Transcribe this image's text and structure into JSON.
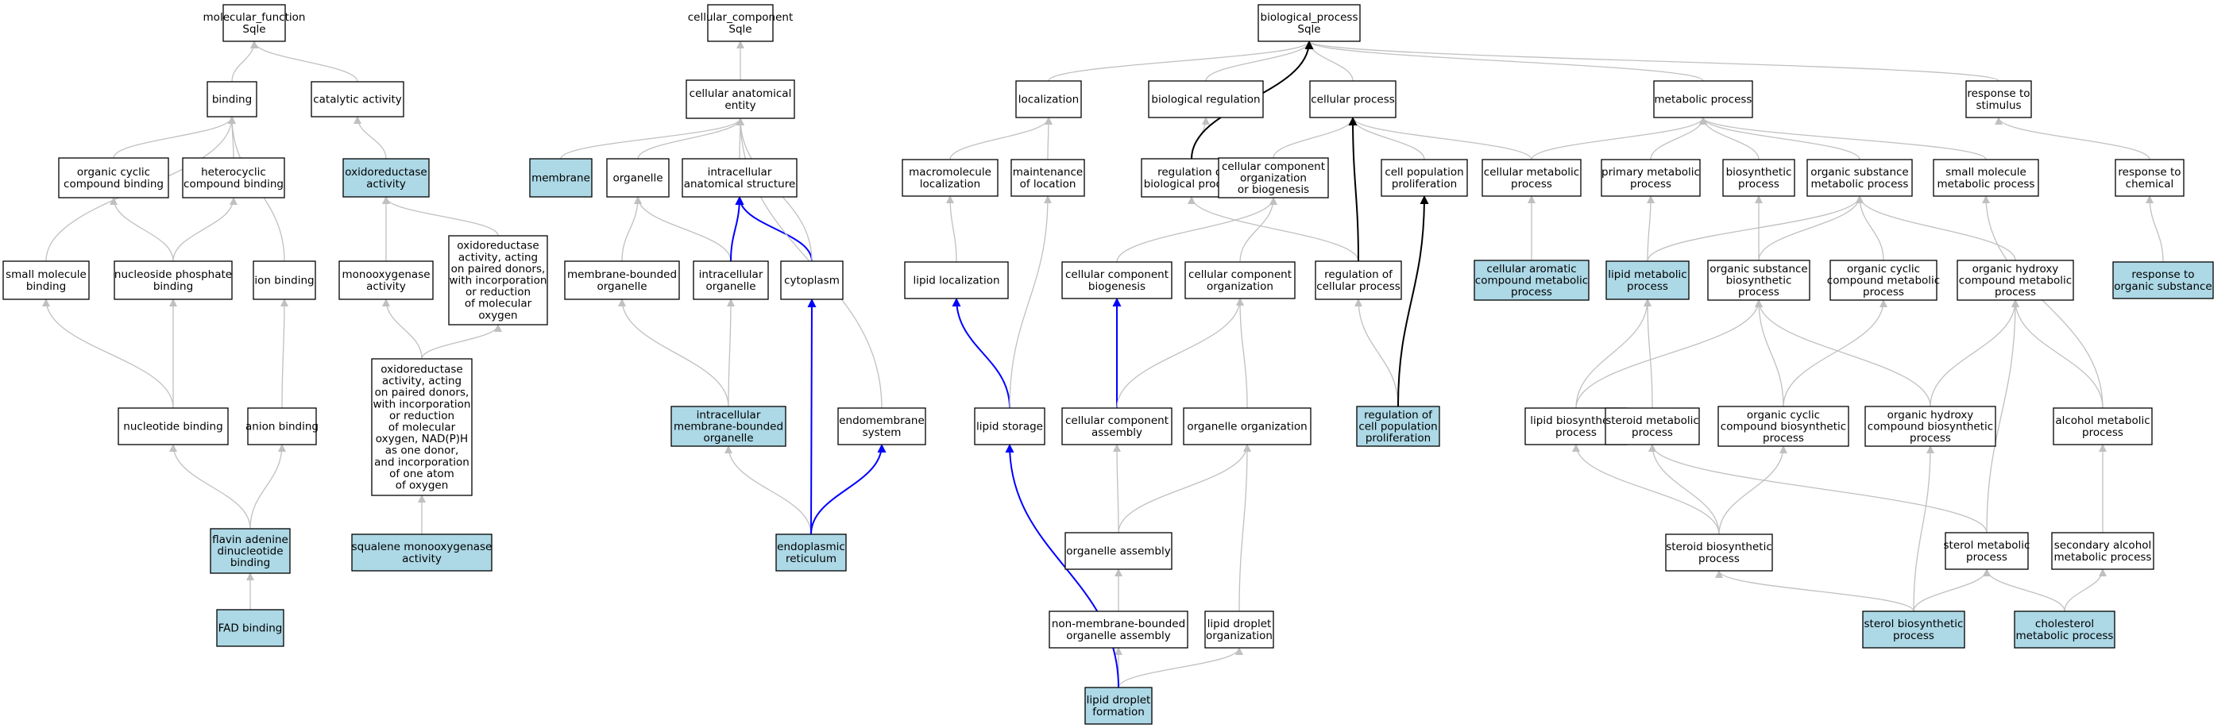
{
  "colors": {
    "node_fill": "#ffffff",
    "highlight_fill": "#add8e6",
    "node_border": "#000000",
    "edge_default": "#c0c0c0",
    "edge_black": "#000000",
    "edge_blue": "#0000ff"
  },
  "nodes": {
    "mf_root": {
      "label": "molecular_function\nSqle",
      "hl": false
    },
    "cc_root": {
      "label": "cellular_component\nSqle",
      "hl": false
    },
    "bp_root": {
      "label": "biological_process\nSqle",
      "hl": false
    },
    "binding": {
      "label": "binding",
      "hl": false
    },
    "catalytic_activity": {
      "label": "catalytic activity",
      "hl": false
    },
    "organic_cyclic_compound_binding": {
      "label": "organic cyclic\ncompound binding",
      "hl": false
    },
    "heterocyclic_compound_binding": {
      "label": "heterocyclic\ncompound binding",
      "hl": false
    },
    "oxidoreductase_activity": {
      "label": "oxidoreductase\nactivity",
      "hl": true
    },
    "small_molecule_binding": {
      "label": "small molecule\nbinding",
      "hl": false
    },
    "nucleoside_phosphate_binding": {
      "label": "nucleoside phosphate\nbinding",
      "hl": false
    },
    "ion_binding": {
      "label": "ion binding",
      "hl": false
    },
    "monooxygenase_activity": {
      "label": "monooxygenase\nactivity",
      "hl": false
    },
    "oxidoreductase_paired_donors": {
      "label": "oxidoreductase\nactivity, acting\non paired donors,\nwith incorporation\nor reduction\nof molecular\noxygen",
      "hl": false
    },
    "oxidoreductase_nadph": {
      "label": "oxidoreductase\nactivity, acting\non paired donors,\nwith incorporation\nor reduction\nof molecular\noxygen, NAD(P)H\nas one donor,\nand incorporation\nof one atom\nof oxygen",
      "hl": false
    },
    "nucleotide_binding": {
      "label": "nucleotide binding",
      "hl": false
    },
    "anion_binding": {
      "label": "anion binding",
      "hl": false
    },
    "flavin_adenine_dinucleotide_binding": {
      "label": "flavin adenine\ndinucleotide\nbinding",
      "hl": true
    },
    "squalene_monooxygenase_activity": {
      "label": "squalene monooxygenase\nactivity",
      "hl": true
    },
    "fad_binding": {
      "label": "FAD binding",
      "hl": true
    },
    "cellular_anatomical_entity": {
      "label": "cellular anatomical\nentity",
      "hl": false
    },
    "membrane": {
      "label": "membrane",
      "hl": true
    },
    "organelle": {
      "label": "organelle",
      "hl": false
    },
    "intracellular_anatomical_structure": {
      "label": "intracellular\nanatomical structure",
      "hl": false
    },
    "membrane_bounded_organelle": {
      "label": "membrane-bounded\norganelle",
      "hl": false
    },
    "intracellular_organelle": {
      "label": "intracellular\norganelle",
      "hl": false
    },
    "cytoplasm": {
      "label": "cytoplasm",
      "hl": false
    },
    "intracellular_membrane_bounded_organelle": {
      "label": "intracellular\nmembrane-bounded\norganelle",
      "hl": true
    },
    "endomembrane_system": {
      "label": "endomembrane\nsystem",
      "hl": false
    },
    "endoplasmic_reticulum": {
      "label": "endoplasmic\nreticulum",
      "hl": true
    },
    "localization": {
      "label": "localization",
      "hl": false
    },
    "biological_regulation": {
      "label": "biological regulation",
      "hl": false
    },
    "cellular_process": {
      "label": "cellular process",
      "hl": false
    },
    "metabolic_process": {
      "label": "metabolic process",
      "hl": false
    },
    "response_to_stimulus": {
      "label": "response to\nstimulus",
      "hl": false
    },
    "macromolecule_localization": {
      "label": "macromolecule\nlocalization",
      "hl": false
    },
    "maintenance_of_location": {
      "label": "maintenance\nof location",
      "hl": false
    },
    "regulation_of_biological_process": {
      "label": "regulation of\nbiological process",
      "hl": false
    },
    "cellular_component_organization_or_biogenesis": {
      "label": "cellular component\norganization\nor biogenesis",
      "hl": false
    },
    "cell_population_proliferation": {
      "label": "cell population\nproliferation",
      "hl": false
    },
    "cellular_metabolic_process": {
      "label": "cellular metabolic\nprocess",
      "hl": false
    },
    "primary_metabolic_process": {
      "label": "primary metabolic\nprocess",
      "hl": false
    },
    "biosynthetic_process": {
      "label": "biosynthetic\nprocess",
      "hl": false
    },
    "organic_substance_metabolic_process": {
      "label": "organic substance\nmetabolic process",
      "hl": false
    },
    "small_molecule_metabolic_process": {
      "label": "small molecule\nmetabolic process",
      "hl": false
    },
    "response_to_chemical": {
      "label": "response to\nchemical",
      "hl": false
    },
    "lipid_localization": {
      "label": "lipid localization",
      "hl": false
    },
    "cellular_component_biogenesis": {
      "label": "cellular component\nbiogenesis",
      "hl": false
    },
    "cellular_component_organization": {
      "label": "cellular component\norganization",
      "hl": false
    },
    "regulation_of_cellular_process": {
      "label": "regulation of\ncellular process",
      "hl": false
    },
    "cellular_aromatic_compound_metabolic_process": {
      "label": "cellular aromatic\ncompound metabolic\nprocess",
      "hl": true
    },
    "lipid_metabolic_process": {
      "label": "lipid metabolic\nprocess",
      "hl": true
    },
    "organic_substance_biosynthetic_process": {
      "label": "organic substance\nbiosynthetic\nprocess",
      "hl": false
    },
    "organic_cyclic_compound_metabolic_process": {
      "label": "organic cyclic\ncompound metabolic\nprocess",
      "hl": false
    },
    "organic_hydroxy_compound_metabolic_process": {
      "label": "organic hydroxy\ncompound metabolic\nprocess",
      "hl": false
    },
    "response_to_organic_substance": {
      "label": "response to\norganic substance",
      "hl": true
    },
    "lipid_storage": {
      "label": "lipid storage",
      "hl": false
    },
    "cellular_component_assembly": {
      "label": "cellular component\nassembly",
      "hl": false
    },
    "organelle_organization": {
      "label": "organelle organization",
      "hl": false
    },
    "regulation_of_cell_population_proliferation": {
      "label": "regulation of\ncell population\nproliferation",
      "hl": true
    },
    "lipid_biosynthetic_process": {
      "label": "lipid biosynthetic\nprocess",
      "hl": false
    },
    "steroid_metabolic_process": {
      "label": "steroid metabolic\nprocess",
      "hl": false
    },
    "organic_cyclic_compound_biosynthetic_process": {
      "label": "organic cyclic\ncompound biosynthetic\nprocess",
      "hl": false
    },
    "organic_hydroxy_compound_biosynthetic_process": {
      "label": "organic hydroxy\ncompound biosynthetic\nprocess",
      "hl": false
    },
    "alcohol_metabolic_process": {
      "label": "alcohol metabolic\nprocess",
      "hl": false
    },
    "organelle_assembly": {
      "label": "organelle assembly",
      "hl": false
    },
    "steroid_biosynthetic_process": {
      "label": "steroid biosynthetic\nprocess",
      "hl": false
    },
    "sterol_metabolic_process": {
      "label": "sterol metabolic\nprocess",
      "hl": false
    },
    "secondary_alcohol_metabolic_process": {
      "label": "secondary alcohol\nmetabolic process",
      "hl": false
    },
    "non_membrane_bounded_organelle_assembly": {
      "label": "non-membrane-bounded\norganelle assembly",
      "hl": false
    },
    "lipid_droplet_organization": {
      "label": "lipid droplet\norganization",
      "hl": false
    },
    "sterol_biosynthetic_process": {
      "label": "sterol biosynthetic\nprocess",
      "hl": true
    },
    "cholesterol_metabolic_process": {
      "label": "cholesterol\nmetabolic process",
      "hl": true
    },
    "lipid_droplet_formation": {
      "label": "lipid droplet\nformation",
      "hl": true
    }
  },
  "edges": [
    [
      "binding",
      "mf_root",
      "grey"
    ],
    [
      "catalytic_activity",
      "mf_root",
      "grey"
    ],
    [
      "organic_cyclic_compound_binding",
      "binding",
      "grey"
    ],
    [
      "heterocyclic_compound_binding",
      "binding",
      "grey"
    ],
    [
      "oxidoreductase_activity",
      "catalytic_activity",
      "grey"
    ],
    [
      "small_molecule_binding",
      "binding",
      "grey"
    ],
    [
      "nucleoside_phosphate_binding",
      "organic_cyclic_compound_binding",
      "grey"
    ],
    [
      "nucleoside_phosphate_binding",
      "heterocyclic_compound_binding",
      "grey"
    ],
    [
      "ion_binding",
      "binding",
      "grey"
    ],
    [
      "monooxygenase_activity",
      "oxidoreductase_activity",
      "grey"
    ],
    [
      "oxidoreductase_paired_donors",
      "oxidoreductase_activity",
      "grey"
    ],
    [
      "oxidoreductase_nadph",
      "monooxygenase_activity",
      "grey"
    ],
    [
      "oxidoreductase_nadph",
      "oxidoreductase_paired_donors",
      "grey"
    ],
    [
      "nucleotide_binding",
      "small_molecule_binding",
      "grey"
    ],
    [
      "nucleotide_binding",
      "nucleoside_phosphate_binding",
      "grey"
    ],
    [
      "anion_binding",
      "ion_binding",
      "grey"
    ],
    [
      "flavin_adenine_dinucleotide_binding",
      "nucleotide_binding",
      "grey"
    ],
    [
      "flavin_adenine_dinucleotide_binding",
      "anion_binding",
      "grey"
    ],
    [
      "squalene_monooxygenase_activity",
      "oxidoreductase_nadph",
      "grey"
    ],
    [
      "fad_binding",
      "flavin_adenine_dinucleotide_binding",
      "grey"
    ],
    [
      "cellular_anatomical_entity",
      "cc_root",
      "grey"
    ],
    [
      "membrane",
      "cellular_anatomical_entity",
      "grey"
    ],
    [
      "organelle",
      "cellular_anatomical_entity",
      "grey"
    ],
    [
      "intracellular_anatomical_structure",
      "cellular_anatomical_entity",
      "grey"
    ],
    [
      "membrane_bounded_organelle",
      "organelle",
      "grey"
    ],
    [
      "intracellular_organelle",
      "organelle",
      "grey"
    ],
    [
      "intracellular_organelle",
      "intracellular_anatomical_structure",
      "blue"
    ],
    [
      "cytoplasm",
      "intracellular_anatomical_structure",
      "blue"
    ],
    [
      "cytoplasm",
      "cellular_anatomical_entity",
      "grey"
    ],
    [
      "intracellular_membrane_bounded_organelle",
      "membrane_bounded_organelle",
      "grey"
    ],
    [
      "intracellular_membrane_bounded_organelle",
      "intracellular_organelle",
      "grey"
    ],
    [
      "endomembrane_system",
      "cellular_anatomical_entity",
      "grey"
    ],
    [
      "endoplasmic_reticulum",
      "intracellular_membrane_bounded_organelle",
      "grey"
    ],
    [
      "endoplasmic_reticulum",
      "cytoplasm",
      "blue"
    ],
    [
      "endoplasmic_reticulum",
      "endomembrane_system",
      "blue"
    ],
    [
      "localization",
      "bp_root",
      "grey"
    ],
    [
      "biological_regulation",
      "bp_root",
      "grey"
    ],
    [
      "cellular_process",
      "bp_root",
      "grey"
    ],
    [
      "metabolic_process",
      "bp_root",
      "grey"
    ],
    [
      "response_to_stimulus",
      "bp_root",
      "grey"
    ],
    [
      "macromolecule_localization",
      "localization",
      "grey"
    ],
    [
      "maintenance_of_location",
      "localization",
      "grey"
    ],
    [
      "regulation_of_biological_process",
      "biological_regulation",
      "grey"
    ],
    [
      "regulation_of_biological_process",
      "bp_root",
      "black"
    ],
    [
      "cellular_component_organization_or_biogenesis",
      "cellular_process",
      "grey"
    ],
    [
      "cell_population_proliferation",
      "cellular_process",
      "grey"
    ],
    [
      "cellular_metabolic_process",
      "cellular_process",
      "grey"
    ],
    [
      "cellular_metabolic_process",
      "metabolic_process",
      "grey"
    ],
    [
      "primary_metabolic_process",
      "metabolic_process",
      "grey"
    ],
    [
      "biosynthetic_process",
      "metabolic_process",
      "grey"
    ],
    [
      "organic_substance_metabolic_process",
      "metabolic_process",
      "grey"
    ],
    [
      "small_molecule_metabolic_process",
      "metabolic_process",
      "grey"
    ],
    [
      "response_to_chemical",
      "response_to_stimulus",
      "grey"
    ],
    [
      "lipid_localization",
      "macromolecule_localization",
      "grey"
    ],
    [
      "cellular_component_biogenesis",
      "cellular_component_organization_or_biogenesis",
      "grey"
    ],
    [
      "cellular_component_organization",
      "cellular_component_organization_or_biogenesis",
      "grey"
    ],
    [
      "regulation_of_cellular_process",
      "regulation_of_biological_process",
      "grey"
    ],
    [
      "regulation_of_cellular_process",
      "cellular_process",
      "black"
    ],
    [
      "cellular_aromatic_compound_metabolic_process",
      "cellular_metabolic_process",
      "grey"
    ],
    [
      "lipid_metabolic_process",
      "primary_metabolic_process",
      "grey"
    ],
    [
      "lipid_metabolic_process",
      "organic_substance_metabolic_process",
      "grey"
    ],
    [
      "organic_substance_biosynthetic_process",
      "biosynthetic_process",
      "grey"
    ],
    [
      "organic_substance_biosynthetic_process",
      "organic_substance_metabolic_process",
      "grey"
    ],
    [
      "organic_cyclic_compound_metabolic_process",
      "organic_substance_metabolic_process",
      "grey"
    ],
    [
      "organic_hydroxy_compound_metabolic_process",
      "organic_substance_metabolic_process",
      "grey"
    ],
    [
      "response_to_organic_substance",
      "response_to_chemical",
      "grey"
    ],
    [
      "lipid_storage",
      "lipid_localization",
      "blue"
    ],
    [
      "lipid_storage",
      "maintenance_of_location",
      "grey"
    ],
    [
      "cellular_component_assembly",
      "cellular_component_biogenesis",
      "blue"
    ],
    [
      "cellular_component_assembly",
      "cellular_component_organization",
      "grey"
    ],
    [
      "organelle_organization",
      "cellular_component_organization",
      "grey"
    ],
    [
      "regulation_of_cell_population_proliferation",
      "regulation_of_cellular_process",
      "grey"
    ],
    [
      "regulation_of_cell_population_proliferation",
      "cell_population_proliferation",
      "black"
    ],
    [
      "lipid_biosynthetic_process",
      "lipid_metabolic_process",
      "grey"
    ],
    [
      "lipid_biosynthetic_process",
      "organic_substance_biosynthetic_process",
      "grey"
    ],
    [
      "steroid_metabolic_process",
      "lipid_metabolic_process",
      "grey"
    ],
    [
      "organic_cyclic_compound_biosynthetic_process",
      "organic_substance_biosynthetic_process",
      "grey"
    ],
    [
      "organic_cyclic_compound_biosynthetic_process",
      "organic_cyclic_compound_metabolic_process",
      "grey"
    ],
    [
      "organic_hydroxy_compound_biosynthetic_process",
      "organic_substance_biosynthetic_process",
      "grey"
    ],
    [
      "organic_hydroxy_compound_biosynthetic_process",
      "organic_hydroxy_compound_metabolic_process",
      "grey"
    ],
    [
      "alcohol_metabolic_process",
      "organic_hydroxy_compound_metabolic_process",
      "grey"
    ],
    [
      "alcohol_metabolic_process",
      "small_molecule_metabolic_process",
      "grey"
    ],
    [
      "organelle_assembly",
      "cellular_component_assembly",
      "grey"
    ],
    [
      "organelle_assembly",
      "organelle_organization",
      "grey"
    ],
    [
      "steroid_biosynthetic_process",
      "lipid_biosynthetic_process",
      "grey"
    ],
    [
      "steroid_biosynthetic_process",
      "steroid_metabolic_process",
      "grey"
    ],
    [
      "steroid_biosynthetic_process",
      "organic_cyclic_compound_biosynthetic_process",
      "grey"
    ],
    [
      "sterol_metabolic_process",
      "steroid_metabolic_process",
      "grey"
    ],
    [
      "sterol_metabolic_process",
      "organic_hydroxy_compound_metabolic_process",
      "grey"
    ],
    [
      "secondary_alcohol_metabolic_process",
      "alcohol_metabolic_process",
      "grey"
    ],
    [
      "non_membrane_bounded_organelle_assembly",
      "organelle_assembly",
      "grey"
    ],
    [
      "lipid_droplet_organization",
      "organelle_organization",
      "grey"
    ],
    [
      "sterol_biosynthetic_process",
      "steroid_biosynthetic_process",
      "grey"
    ],
    [
      "sterol_biosynthetic_process",
      "sterol_metabolic_process",
      "grey"
    ],
    [
      "sterol_biosynthetic_process",
      "organic_hydroxy_compound_biosynthetic_process",
      "grey"
    ],
    [
      "cholesterol_metabolic_process",
      "sterol_metabolic_process",
      "grey"
    ],
    [
      "cholesterol_metabolic_process",
      "secondary_alcohol_metabolic_process",
      "grey"
    ],
    [
      "lipid_droplet_formation",
      "non_membrane_bounded_organelle_assembly",
      "grey"
    ],
    [
      "lipid_droplet_formation",
      "lipid_droplet_organization",
      "grey"
    ],
    [
      "lipid_droplet_formation",
      "lipid_storage",
      "blue"
    ]
  ]
}
